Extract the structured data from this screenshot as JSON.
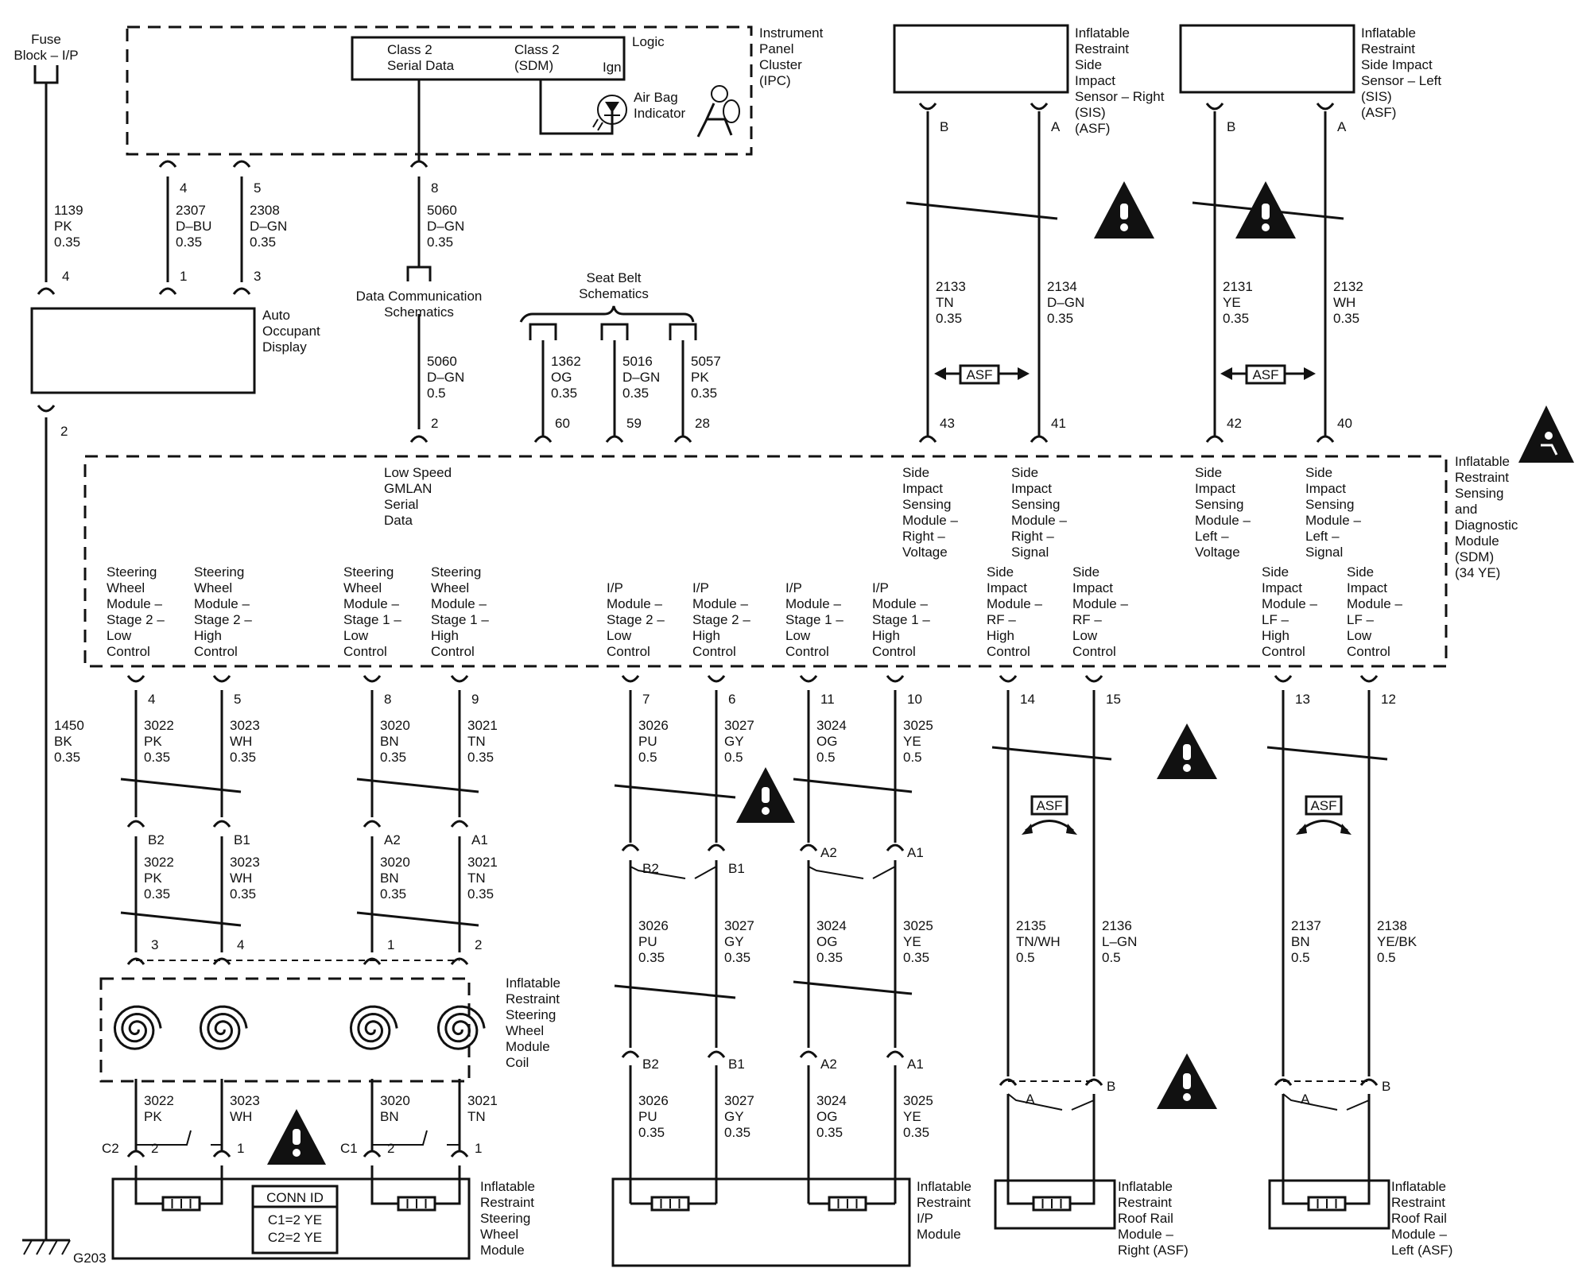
{
  "components": {
    "fuse_block": [
      "Fuse",
      "Block – I/P"
    ],
    "ipc": [
      "Instrument",
      "Panel",
      "Cluster",
      "(IPC)"
    ],
    "ipc_logic": "Logic",
    "ipc_class2_serial": [
      "Class 2",
      "Serial Data"
    ],
    "ipc_class2_sdm": [
      "Class 2",
      "(SDM)"
    ],
    "ipc_ign": "Ign",
    "airbag_indicator": [
      "Air Bag",
      "Indicator"
    ],
    "aod": [
      "Auto",
      "Occupant",
      "Display"
    ],
    "data_comm": [
      "Data Communication",
      "Schematics"
    ],
    "seat_belt": [
      "Seat Belt",
      "Schematics"
    ],
    "sis_right": [
      "Inflatable",
      "Restraint",
      "Side",
      "Impact",
      "Sensor – Right",
      "(SIS)",
      "(ASF)"
    ],
    "sis_left": [
      "Inflatable",
      "Restraint",
      "Side Impact",
      "Sensor – Left",
      "(SIS)",
      "(ASF)"
    ],
    "sdm": [
      "Inflatable",
      "Restraint",
      "Sensing",
      "and",
      "Diagnostic",
      "Module",
      "(SDM)",
      "(34 YE)"
    ],
    "sdm_gmlan": [
      "Low Speed",
      "GMLAN",
      "Serial",
      "Data"
    ],
    "sis_right_voltage": [
      "Side",
      "Impact",
      "Sensing",
      "Module –",
      "Right –",
      "Voltage"
    ],
    "sis_right_signal": [
      "Side",
      "Impact",
      "Sensing",
      "Module –",
      "Right –",
      "Signal"
    ],
    "sis_left_voltage": [
      "Side",
      "Impact",
      "Sensing",
      "Module –",
      "Left –",
      "Voltage"
    ],
    "sis_left_signal": [
      "Side",
      "Impact",
      "Sensing",
      "Module –",
      "Left –",
      "Signal"
    ],
    "sdm_circuits": [
      [
        "Steering",
        "Wheel",
        "Module –",
        "Stage 2 –",
        "Low",
        "Control"
      ],
      [
        "Steering",
        "Wheel",
        "Module –",
        "Stage 2 –",
        "High",
        "Control"
      ],
      [
        "Steering",
        "Wheel",
        "Module –",
        "Stage 1 –",
        "Low",
        "Control"
      ],
      [
        "Steering",
        "Wheel",
        "Module –",
        "Stage 1 –",
        "High",
        "Control"
      ],
      [
        "I/P",
        "Module –",
        "Stage 2 –",
        "Low",
        "Control"
      ],
      [
        "I/P",
        "Module –",
        "Stage 2 –",
        "High",
        "Control"
      ],
      [
        "I/P",
        "Module –",
        "Stage 1 –",
        "Low",
        "Control"
      ],
      [
        "I/P",
        "Module –",
        "Stage 1 –",
        "High",
        "Control"
      ],
      [
        "Side",
        "Impact",
        "Module –",
        "RF –",
        "High",
        "Control"
      ],
      [
        "Side",
        "Impact",
        "Module –",
        "RF –",
        "Low",
        "Control"
      ],
      [
        "Side",
        "Impact",
        "Module –",
        "LF –",
        "High",
        "Control"
      ],
      [
        "Side",
        "Impact",
        "Module –",
        "LF –",
        "Low",
        "Control"
      ]
    ],
    "coil": [
      "Inflatable",
      "Restraint",
      "Steering",
      "Wheel",
      "Module",
      "Coil"
    ],
    "sw_module": [
      "Inflatable",
      "Restraint",
      "Steering",
      "Wheel",
      "Module"
    ],
    "ip_module": [
      "Inflatable",
      "Restraint",
      "I/P",
      "Module"
    ],
    "roof_right": [
      "Inflatable",
      "Restraint",
      "Roof Rail",
      "Module –",
      "Right (ASF)"
    ],
    "roof_left": [
      "Inflatable",
      "Restraint",
      "Roof Rail",
      "Module –",
      "Left (ASF)"
    ],
    "conn_id": [
      "CONN ID",
      "C1=2 YE",
      "C2=2 YE"
    ],
    "ground": "G203",
    "asf": "ASF"
  },
  "wires": {
    "fuse": [
      "1139",
      "PK",
      "0.35"
    ],
    "ipc4": [
      "2307",
      "D–BU",
      "0.35"
    ],
    "ipc5": [
      "2308",
      "D–GN",
      "0.35"
    ],
    "ipc8": [
      "5060",
      "D–GN",
      "0.35"
    ],
    "dc": [
      "5060",
      "D–GN",
      "0.5"
    ],
    "sb60": [
      "1362",
      "OG",
      "0.35"
    ],
    "sb59": [
      "5016",
      "D–GN",
      "0.35"
    ],
    "sb28": [
      "5057",
      "PK",
      "0.35"
    ],
    "sisR_b": [
      "2133",
      "TN",
      "0.35"
    ],
    "sisR_a": [
      "2134",
      "D–GN",
      "0.35"
    ],
    "sisL_b": [
      "2131",
      "YE",
      "0.35"
    ],
    "sisL_a": [
      "2132",
      "WH",
      "0.35"
    ],
    "gnd": [
      "1450",
      "BK",
      "0.35"
    ],
    "sw1": [
      "3022",
      "PK",
      "0.35"
    ],
    "sw2": [
      "3023",
      "WH",
      "0.35"
    ],
    "sw3": [
      "3020",
      "BN",
      "0.35"
    ],
    "sw4": [
      "3021",
      "TN",
      "0.35"
    ],
    "ip1": [
      "3026",
      "PU",
      "0.5"
    ],
    "ip2": [
      "3027",
      "GY",
      "0.5"
    ],
    "ip3": [
      "3024",
      "OG",
      "0.5"
    ],
    "ip4": [
      "3025",
      "YE",
      "0.5"
    ],
    "ip1b": [
      "3026",
      "PU",
      "0.35"
    ],
    "ip2b": [
      "3027",
      "GY",
      "0.35"
    ],
    "ip3b": [
      "3024",
      "OG",
      "0.35"
    ],
    "ip4b": [
      "3025",
      "YE",
      "0.35"
    ],
    "sw1c": [
      "3022",
      "PK"
    ],
    "sw2c": [
      "3023",
      "WH"
    ],
    "sw3c": [
      "3020",
      "BN"
    ],
    "sw4c": [
      "3021",
      "TN"
    ],
    "rr1": [
      "2135",
      "TN/WH",
      "0.5"
    ],
    "rr2": [
      "2136",
      "L–GN",
      "0.5"
    ],
    "rl1": [
      "2137",
      "BN",
      "0.5"
    ],
    "rl2": [
      "2138",
      "YE/BK",
      "0.5"
    ]
  },
  "pins": {
    "ipc": [
      "4",
      "5",
      "8"
    ],
    "aod_top": [
      "4",
      "1",
      "3"
    ],
    "aod_bottom": "2",
    "sdm_top": [
      "2",
      "60",
      "59",
      "28",
      "43",
      "41",
      "42",
      "40"
    ],
    "sis": [
      "B",
      "A"
    ],
    "sdm_bottom": [
      "4",
      "5",
      "8",
      "9",
      "7",
      "6",
      "11",
      "10",
      "14",
      "15",
      "13",
      "12"
    ],
    "sw_inline": [
      "B2",
      "B1",
      "A2",
      "A1"
    ],
    "coil_pins": [
      "3",
      "4",
      "1",
      "2"
    ],
    "ip_inline": [
      "B2",
      "B1",
      "A2",
      "A1"
    ],
    "sw_module_pins": [
      "2",
      "1",
      "2",
      "1"
    ],
    "sw_conn": [
      "C2",
      "C1"
    ],
    "roof_pins": [
      "A",
      "B"
    ]
  }
}
